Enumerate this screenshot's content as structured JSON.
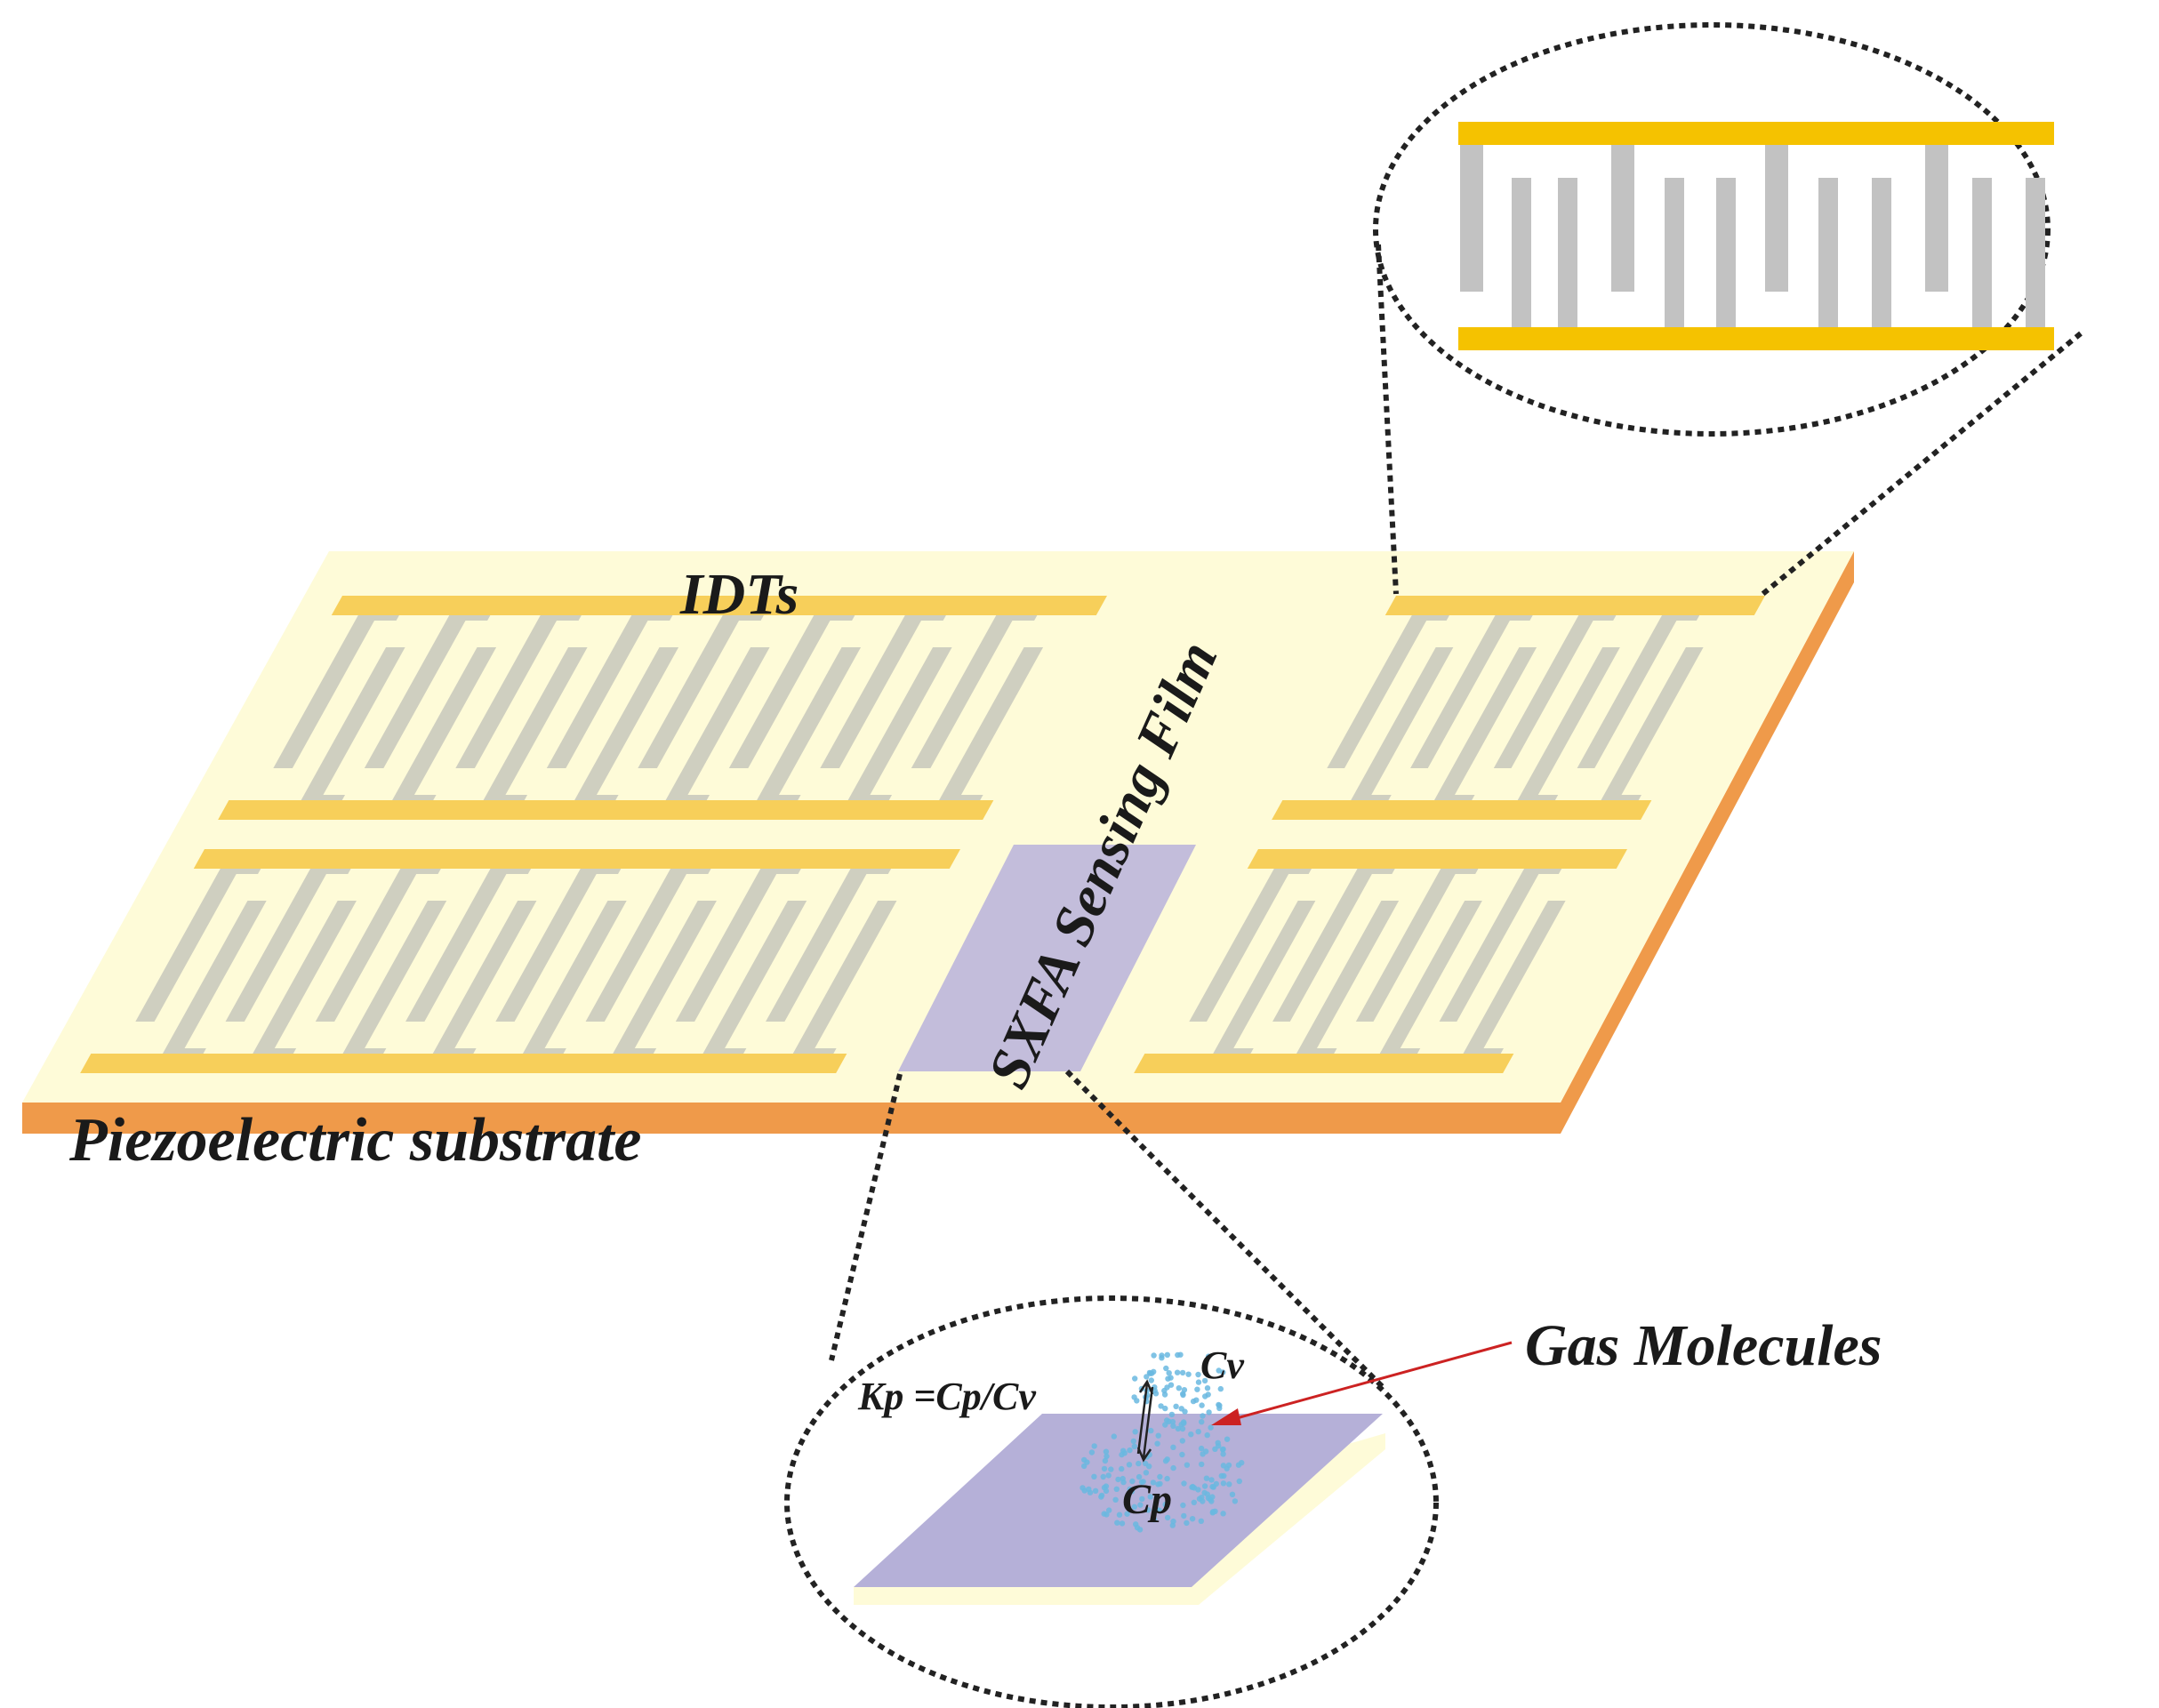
{
  "labels": {
    "idts": "IDTs",
    "sensing_film": "SXFA Sensing Film",
    "substrate": "Piezoelectric substrate",
    "gas_molecules": "Gas Molecules",
    "partition_equation": "Kp =Cp/Cv",
    "vapor_concentration": "Cv",
    "polymer_concentration": "Cp"
  },
  "colors": {
    "substrate_top": "#fefbd8",
    "substrate_edge": "#ef9a4a",
    "electrode_bus": "#f7cf5a",
    "electrode_bus_inset": "#f5c200",
    "electrode_finger": "#cfcfc0",
    "electrode_finger_inset": "#c2c2c2",
    "sensing_film": "#c3bddb",
    "inset_film": "#b5b0d8",
    "molecules": "#6ab8e0",
    "arrow": "#cc2222",
    "dotted_line": "#222222"
  }
}
